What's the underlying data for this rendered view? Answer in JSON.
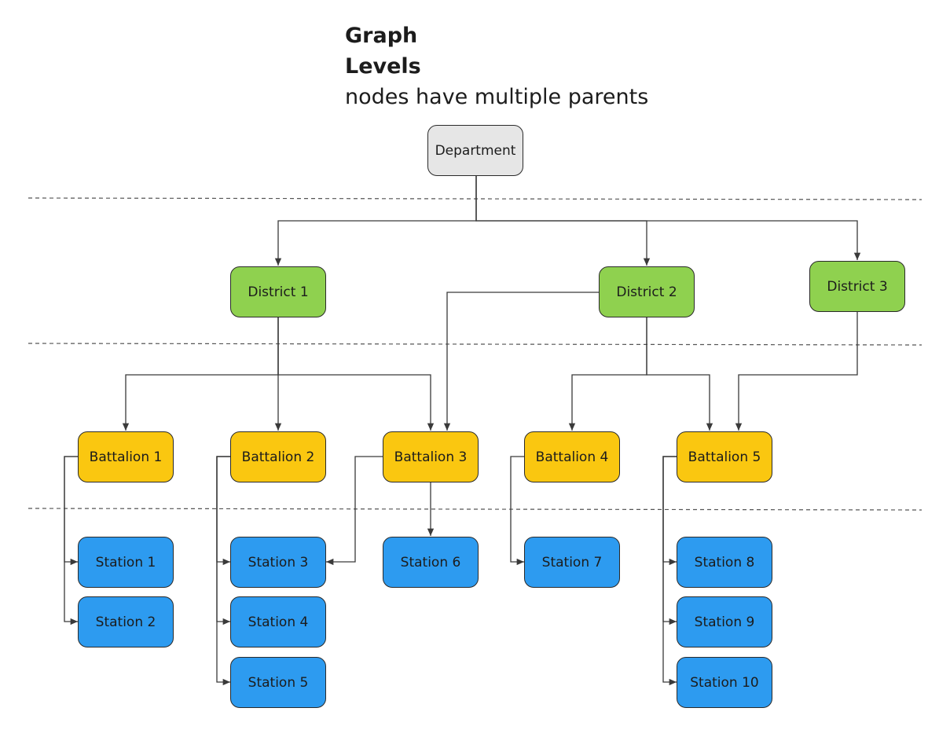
{
  "title": {
    "line1": "Graph",
    "line2": "Levels",
    "line3": "nodes have multiple parents"
  },
  "colors": {
    "department": "#e6e6e6",
    "district": "#8fd14f",
    "battalion": "#fac710",
    "station": "#2d9bf0",
    "edge": "#3a3a3a",
    "separator": "#555555"
  },
  "nodes": {
    "department": "Department",
    "district_1": "District 1",
    "district_2": "District 2",
    "district_3": "District 3",
    "battalion_1": "Battalion 1",
    "battalion_2": "Battalion 2",
    "battalion_3": "Battalion 3",
    "battalion_4": "Battalion 4",
    "battalion_5": "Battalion 5",
    "station_1": "Station 1",
    "station_2": "Station 2",
    "station_3": "Station 3",
    "station_4": "Station 4",
    "station_5": "Station 5",
    "station_6": "Station 6",
    "station_7": "Station 7",
    "station_8": "Station 8",
    "station_9": "Station 9",
    "station_10": "Station 10"
  },
  "edges": [
    {
      "from": "department",
      "to": "district_1"
    },
    {
      "from": "department",
      "to": "district_2"
    },
    {
      "from": "department",
      "to": "district_3"
    },
    {
      "from": "district_1",
      "to": "battalion_1"
    },
    {
      "from": "district_1",
      "to": "battalion_2"
    },
    {
      "from": "district_1",
      "to": "battalion_3"
    },
    {
      "from": "district_2",
      "to": "battalion_3"
    },
    {
      "from": "district_2",
      "to": "battalion_4"
    },
    {
      "from": "district_2",
      "to": "battalion_5"
    },
    {
      "from": "district_3",
      "to": "battalion_5"
    },
    {
      "from": "battalion_1",
      "to": "station_1"
    },
    {
      "from": "battalion_1",
      "to": "station_2"
    },
    {
      "from": "battalion_2",
      "to": "station_3"
    },
    {
      "from": "battalion_2",
      "to": "station_4"
    },
    {
      "from": "battalion_2",
      "to": "station_5"
    },
    {
      "from": "battalion_3",
      "to": "station_3"
    },
    {
      "from": "battalion_3",
      "to": "station_6"
    },
    {
      "from": "battalion_4",
      "to": "station_7"
    },
    {
      "from": "battalion_5",
      "to": "station_8"
    },
    {
      "from": "battalion_5",
      "to": "station_9"
    },
    {
      "from": "battalion_5",
      "to": "station_10"
    }
  ]
}
